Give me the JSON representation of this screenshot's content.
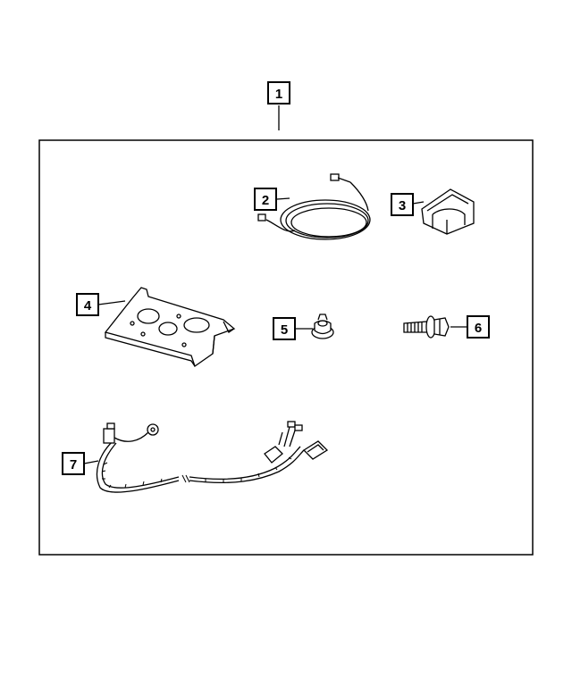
{
  "callouts": [
    {
      "id": "1",
      "label": "1"
    },
    {
      "id": "2",
      "label": "2"
    },
    {
      "id": "3",
      "label": "3"
    },
    {
      "id": "4",
      "label": "4"
    },
    {
      "id": "5",
      "label": "5"
    },
    {
      "id": "6",
      "label": "6"
    },
    {
      "id": "7",
      "label": "7"
    }
  ],
  "icons": {
    "part_2": "wiring-cable-icon",
    "part_3": "clip-bracket-icon",
    "part_4": "mounting-plate-icon",
    "part_5": "flange-nut-icon",
    "part_6": "flange-bolt-icon",
    "part_7": "wiring-harness-icon"
  },
  "colors": {
    "line": "#000000",
    "background": "#ffffff"
  }
}
